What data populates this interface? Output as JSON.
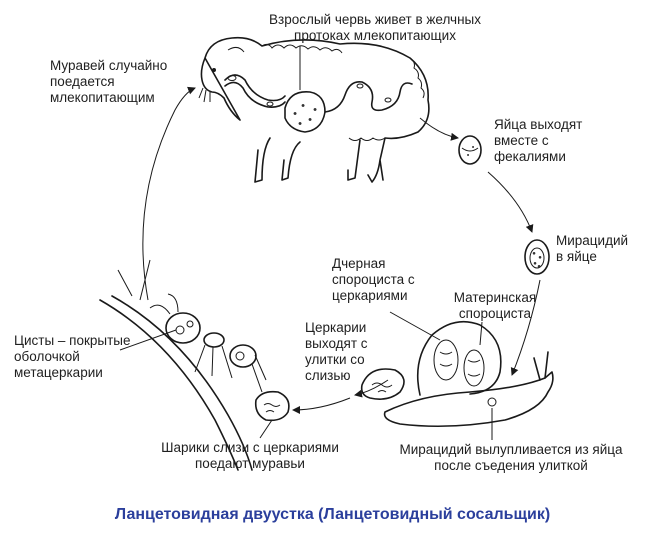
{
  "title": "Ланцетовидная двуустка (Ланцетовидный сосальщик)",
  "labels": {
    "adult": "Взрослый червь живет в желчных\nпротоках млекопитающих",
    "ant_eaten": "Муравей случайно\nпоедается\nмлекопитающим",
    "eggs": "Яйца выходят\nвместе с\nфекалиями",
    "miracidium": "Мирацидий\nв яйце",
    "daughter": "Дчерная\nспороциста с\nцеркариями",
    "mother": "Материнская\nспороциста",
    "cercariae": "Церкарии\nвыходят с\nулитки со\nслизью",
    "cysts": "Цисты – покрытые\nоболочкой\nметацеркарии",
    "slime": "Шарики слизи с церкариями\nпоедают муравьи",
    "hatch": "Мирацидий вылупливается из яйца\nпосле съедения улиткой"
  },
  "colors": {
    "title": "#2b3f9c",
    "ink": "#1a1a1a"
  }
}
